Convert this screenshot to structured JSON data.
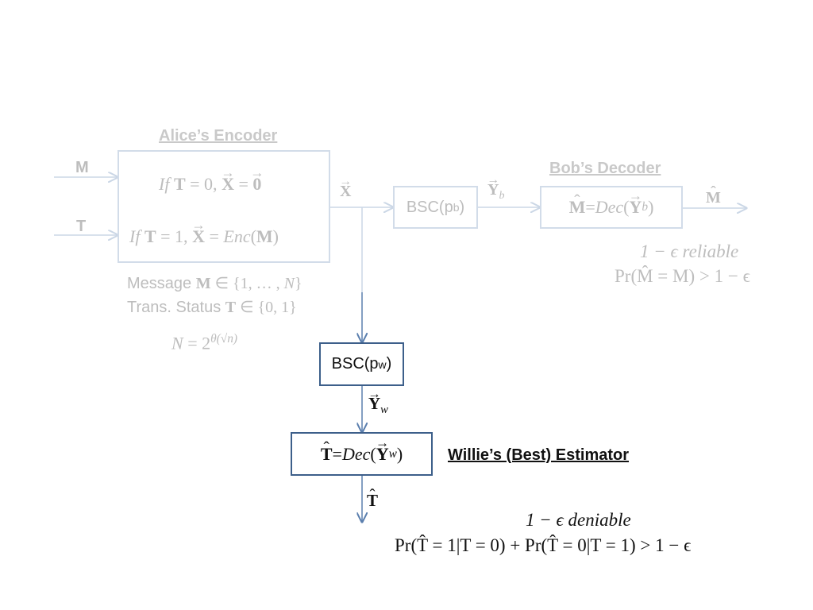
{
  "colors": {
    "faded_box": "#d2dce9",
    "faded_text": "#bdbdbd",
    "strong_box": "#3d5f8a",
    "wire": "#5b7fae",
    "faded_wire": "#cbd7e6"
  },
  "alice": {
    "title": "Alice’s Encoder",
    "input_m": "M",
    "input_t": "T",
    "line1_if": "If",
    "line1_t": "T",
    "line1_eq": " = 0, ",
    "line1_x": "X",
    "line1_eq2": " = ",
    "line1_zero": "0",
    "line2_if": "If",
    "line2_t": "T",
    "line2_eq": " = 1, ",
    "line2_x": "X",
    "line2_eq2": " = ",
    "line2_enc": "Enc",
    "line2_m": "M",
    "output_x": "X"
  },
  "notes": {
    "message_prefix": "Message ",
    "message_var": "M",
    "message_set": " ∈ {1, … , ",
    "message_n": "N",
    "message_close": "}",
    "status_prefix": "Trans. Status ",
    "status_var": "T",
    "status_set": " ∈ {0, 1}",
    "n_lhs": "N",
    "n_eq": " = 2",
    "n_exp": "θ(√n)"
  },
  "bsc_b": {
    "base": "BSC(p",
    "sub": "b",
    "close": ")"
  },
  "bob": {
    "title": "Bob’s Decoder",
    "input_y": "Y",
    "input_sub": "b",
    "m_hat": "M",
    "eq": " = ",
    "dec": "Dec",
    "y": "Y",
    "y_sub": "b",
    "output": "M",
    "reliable": "1 − ϵ reliable",
    "prob": "Pr(M̂ = M) > 1 − ϵ"
  },
  "bsc_w": {
    "base": "BSC(p",
    "sub": "w",
    "close": ")"
  },
  "willie": {
    "y": "Y",
    "y_sub": "w",
    "t_hat": "T",
    "eq": " = ",
    "dec": "Dec",
    "dy": "Y",
    "dy_sub": "w",
    "title": "Willie’s (Best) Estimator",
    "output": "T",
    "deniable": "1 − ϵ deniable",
    "prob": "Pr(T̂ = 1|T = 0) + Pr(T̂ = 0|T = 1) > 1 − ϵ"
  }
}
